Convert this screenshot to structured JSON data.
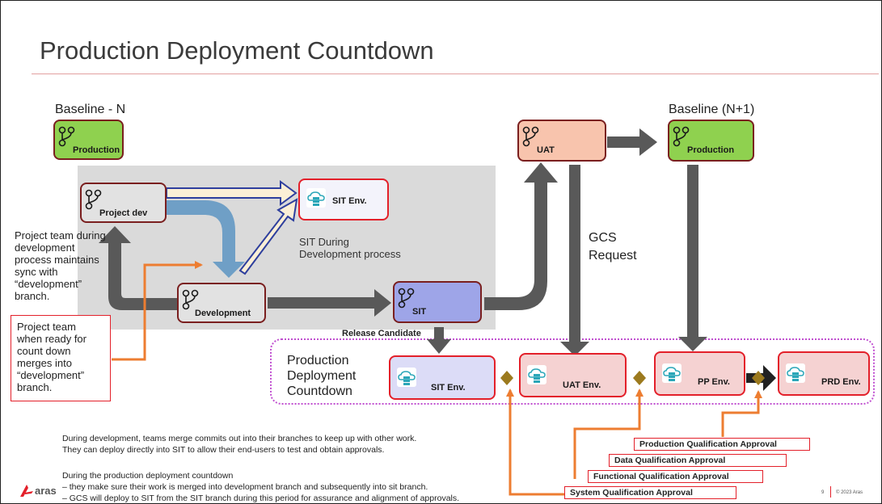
{
  "slide": {
    "title": "Production Deployment Countdown",
    "baseline_n": "Baseline - N",
    "baseline_n1": "Baseline (N+1)"
  },
  "nodes": {
    "production_left": "Production",
    "project_dev": "Project dev",
    "development": "Development",
    "sit_branch": "SIT",
    "uat_branch": "UAT",
    "production_right": "Production",
    "sit_env_top": "SIT Env."
  },
  "labels": {
    "sit_during_1": "SIT During",
    "sit_during_2": "Development process",
    "gcs_1": "GCS",
    "gcs_2": "Request",
    "release_candidate": "Release Candidate",
    "countdown_1": "Production",
    "countdown_2": "Deployment",
    "countdown_3": "Countdown"
  },
  "side_note": {
    "line1": "Project team during",
    "line2": "development",
    "line3": "process maintains",
    "line4": "sync with",
    "line5": "“development”",
    "line6": "branch."
  },
  "box_note": {
    "line1": "Project team",
    "line2": "when ready for",
    "line3": "count down",
    "line4": "merges into",
    "line5": "“development”",
    "line6": "branch."
  },
  "environments": {
    "sit": "SIT Env.",
    "uat": "UAT Env.",
    "pp": "PP Env.",
    "prd": "PRD Env."
  },
  "approvals": {
    "production": "Production Qualification Approval",
    "data": "Data Qualification Approval",
    "functional": "Functional Qualification Approval",
    "system": "System Qualification Approval"
  },
  "body": {
    "p1_l1": "During development, teams merge commits out into their branches to keep up with other work.",
    "p1_l2": "They can deploy directly into SIT to allow their end-users to test and obtain approvals.",
    "p2_l1": "During the production deployment countdown",
    "p2_l2": "– they make sure their work is merged into development branch and subsequently into sit branch.",
    "p2_l3": "– GCS will deploy to SIT from the SIT branch during this period for assurance and alignment of approvals."
  },
  "footer": {
    "page": "9",
    "copyright": "© 2023 Aras",
    "logo": "aras"
  },
  "colors": {
    "green": "#8fd14f",
    "salmon": "#f8c4ad",
    "violet": "#9ea5e8",
    "arrow_gray": "#595959",
    "orange": "#ed7d31",
    "diamond": "#9c7a1e",
    "dotted": "#c04fd0"
  },
  "icons": {
    "branch": "git-branch-icon",
    "cloud": "cloud-server-icon"
  }
}
